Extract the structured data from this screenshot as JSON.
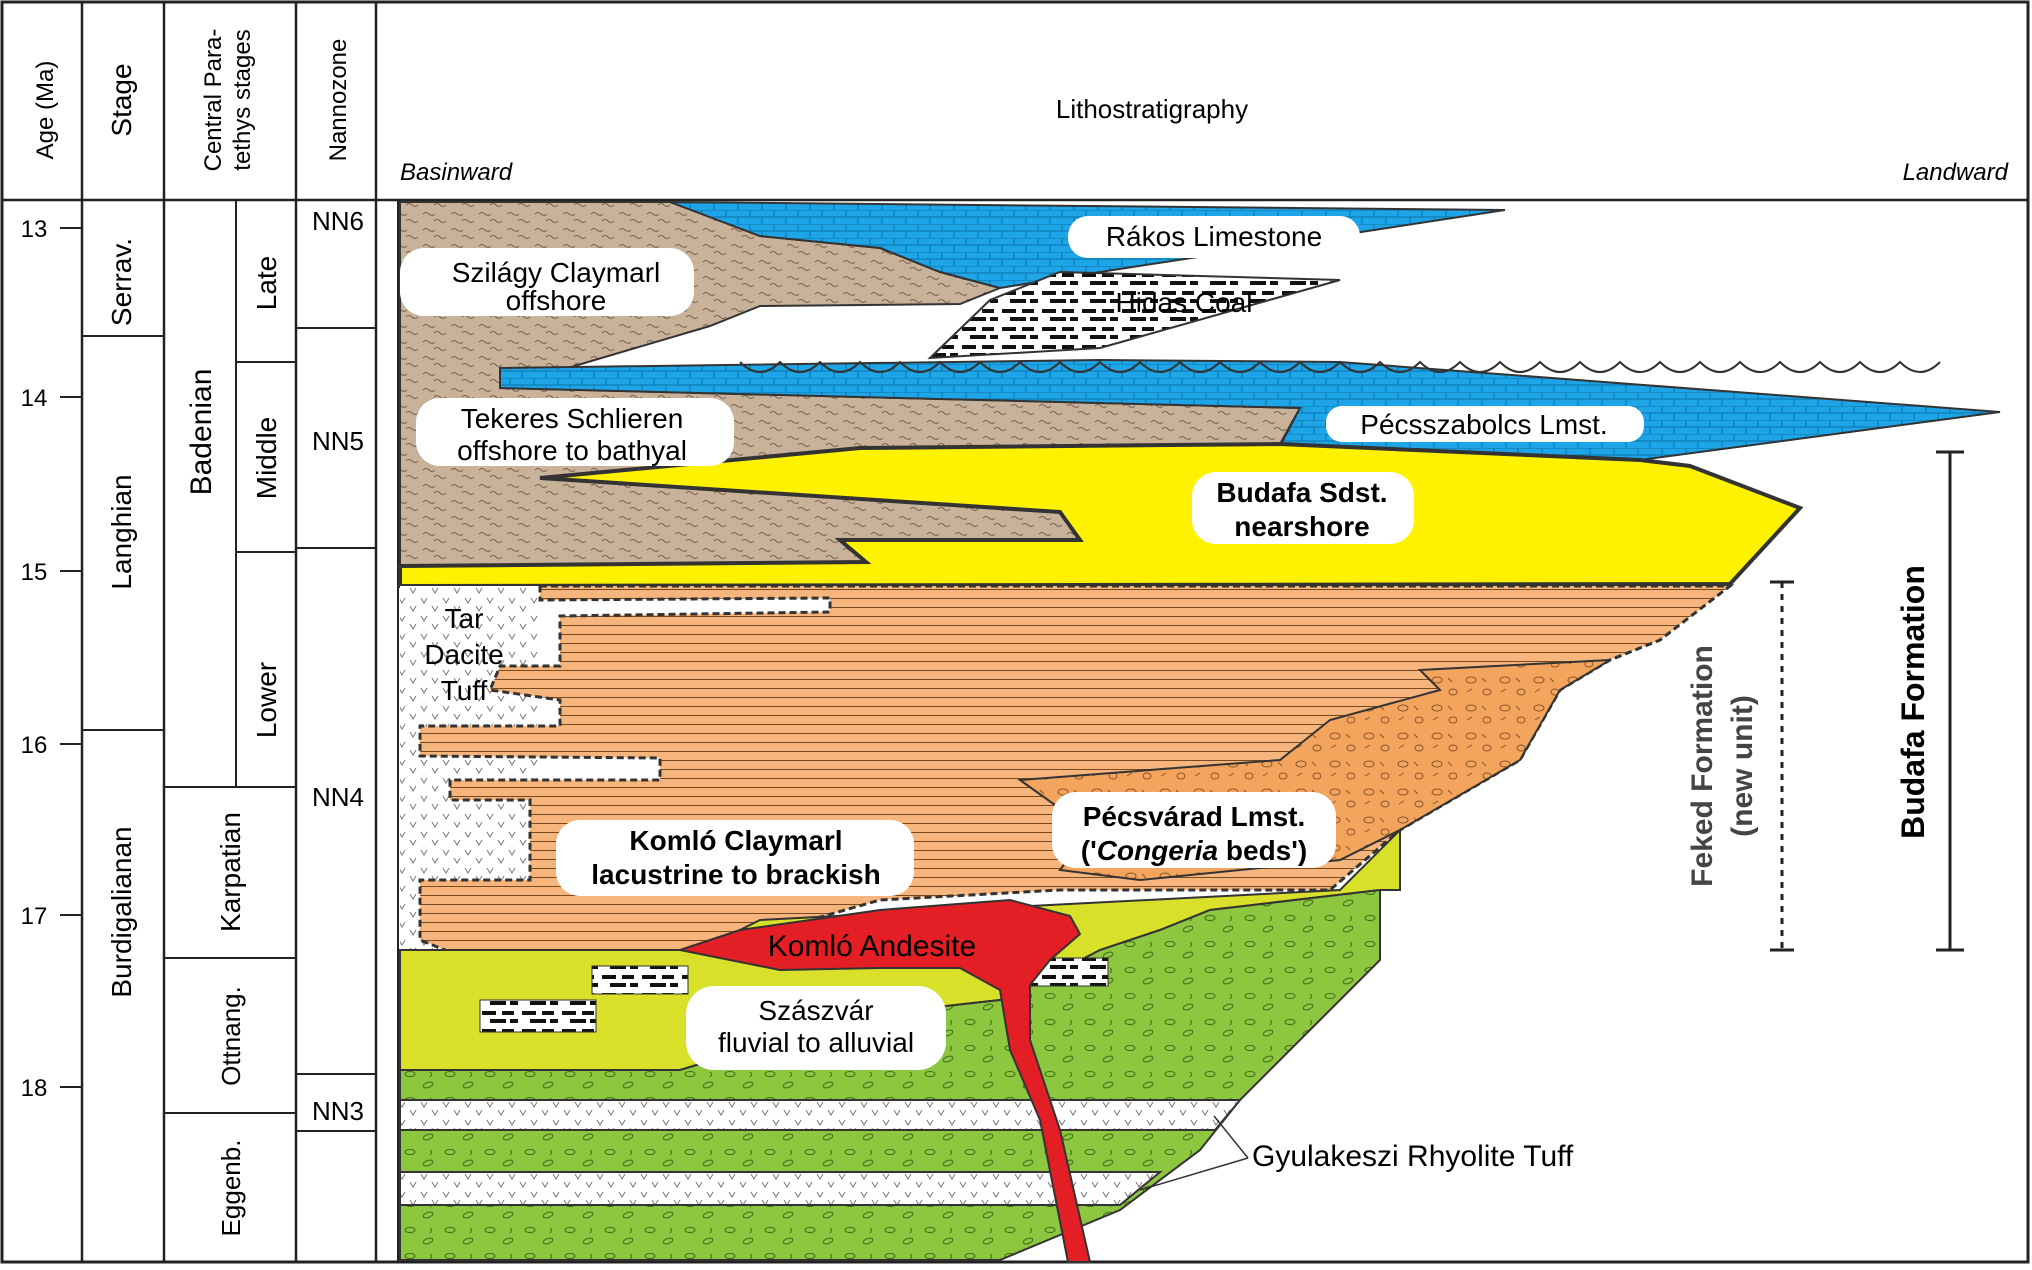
{
  "header": {
    "age": "Age (Ma)",
    "stage": "Stage",
    "cp_line1": "Central Para-",
    "cp_line2": "tethys stages",
    "nannozone": "Nannozone",
    "litho": "Lithostratigraphy",
    "basinward": "Basinward",
    "landward": "Landward"
  },
  "ages": [
    "13",
    "14",
    "15",
    "16",
    "17",
    "18"
  ],
  "stages": {
    "serrav": "Serrav.",
    "langhian": "Langhian",
    "burdigalian": "Burdigalianan"
  },
  "paratethys": {
    "badenian": "Badenian",
    "late": "Late",
    "middle": "Middle",
    "lower": "Lower",
    "karpatian": "Karpatian",
    "ottnang": "Ottnang.",
    "eggenb": "Eggenb."
  },
  "nannozones": {
    "nn6": "NN6",
    "nn5": "NN5",
    "nn4": "NN4",
    "nn3": "NN3"
  },
  "units": {
    "rakos": "Rákos Limestone",
    "hidas": "Hidas Coal",
    "szilagy1": "Szilágy Claymarl",
    "szilagy2": "offshore",
    "tekeres1": "Tekeres Schlieren",
    "tekeres2": "offshore to bathyal",
    "pecsszabolcs": "Pécsszabolcs Lmst.",
    "budafa1": "Budafa Sdst.",
    "budafa2": "nearshore",
    "tar1": "Tar",
    "tar2": "Dacite",
    "tar3": "Tuff",
    "komlo1": "Komló Claymarl",
    "komlo2": "lacustrine to brackish",
    "pecsvarad1": "Pécsvárad Lmst.",
    "pecsvarad2a": "('",
    "pecsvarad2b": "Congeria",
    "pecsvarad2c": " beds')",
    "andesite": "Komló Andesite",
    "szaszvar1": "Szászvár",
    "szaszvar2": "fluvial to alluvial",
    "gyulakeszi": "Gyulakeszi Rhyolite Tuff"
  },
  "formations": {
    "feked1": "Feked Formation",
    "feked2": "(new unit)",
    "budafa": "Budafa Formation"
  },
  "colors": {
    "brown_claymarl": "#c9b29a",
    "blue_limestone": "#1ea5e8",
    "yellow_sandstone": "#fff200",
    "orange_claymarl": "#f6b57c",
    "green_fluvial": "#8dc63f",
    "lime_fluvial": "#d8e02a",
    "red_andesite": "#e31e24"
  }
}
